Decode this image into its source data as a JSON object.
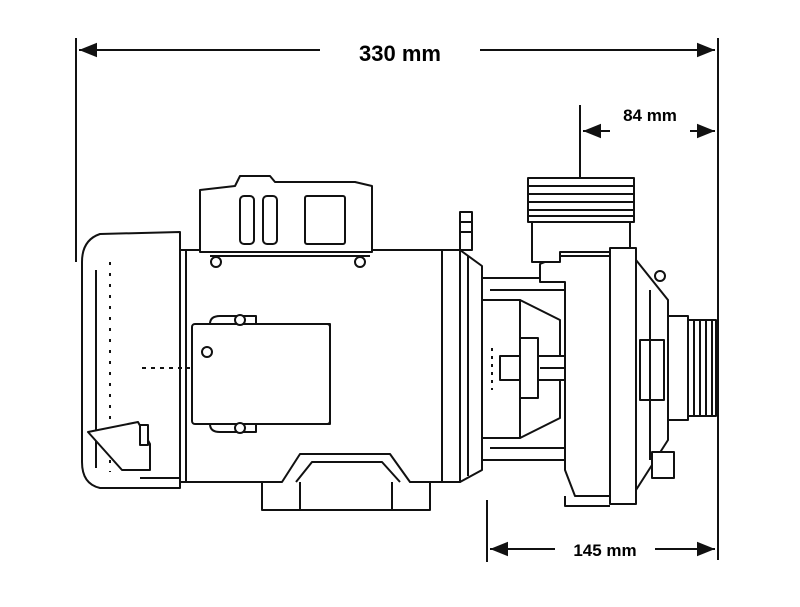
{
  "diagram": {
    "subject_icon": "pump-motor-drawing",
    "line_color": "#111111",
    "background_color": "#ffffff",
    "dimensions": {
      "overall_length": "330 mm",
      "outlet_offset": "84 mm",
      "pump_head_length": "145 mm"
    }
  }
}
